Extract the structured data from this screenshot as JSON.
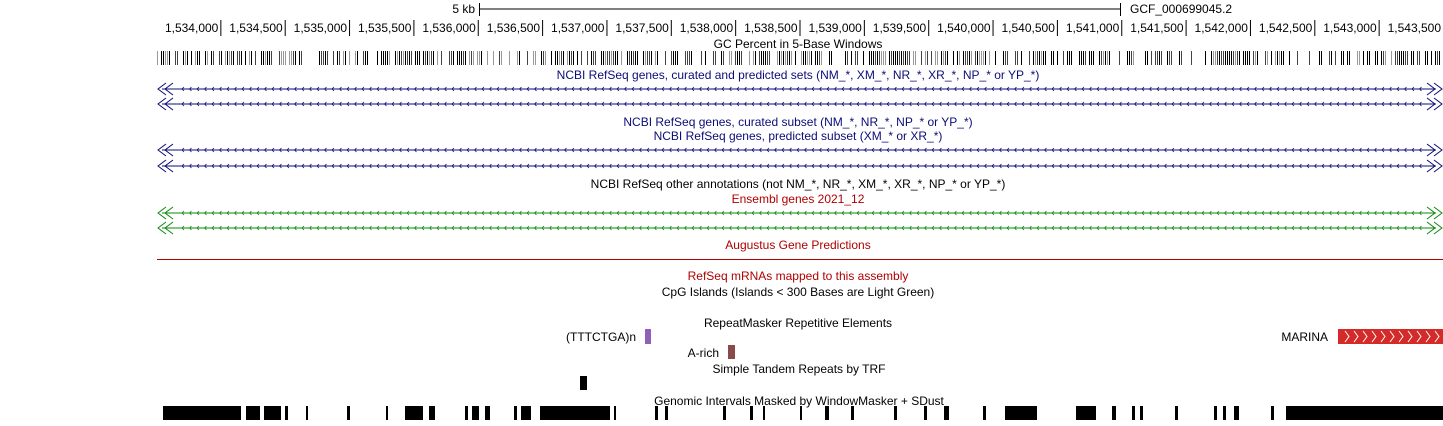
{
  "scale": {
    "label": "5 kb",
    "assembly": "GCF_000699045.2"
  },
  "ruler": {
    "ticks": [
      "1,534,000",
      "1,534,500",
      "1,535,000",
      "1,535,500",
      "1,536,000",
      "1,536,500",
      "1,537,000",
      "1,537,500",
      "1,538,000",
      "1,538,500",
      "1,539,000",
      "1,539,500",
      "1,540,000",
      "1,540,500",
      "1,541,000",
      "1,541,500",
      "1,542,000",
      "1,542,500",
      "1,543,000",
      "1,543,500"
    ]
  },
  "colors": {
    "refseq_blue": "#0c0c78",
    "ensembl_green": "#0a8a0a",
    "red_label": "#b00000",
    "repeat_purple": "#9060b8",
    "repeat_brown": "#8b4a4a",
    "marina_red": "#d42a2a"
  },
  "tracks": {
    "gc_percent": "GC Percent in 5-Base Windows",
    "refseq_all": "NCBI RefSeq genes, curated and predicted sets (NM_*, XM_*, NR_*, XR_*, NP_* or YP_*)",
    "refseq_curated": "NCBI RefSeq genes, curated subset (NM_*, NR_*, NP_* or YP_*)",
    "refseq_predicted": "NCBI RefSeq genes, predicted subset (XM_* or XR_*)",
    "refseq_other": "NCBI RefSeq other annotations (not NM_*, NR_*, XM_*, XR_*, NP_* or YP_*)",
    "ensembl": "Ensembl genes 2021_12",
    "augustus": "Augustus Gene Predictions",
    "refseq_mrna": "RefSeq mRNAs mapped to this assembly",
    "cpg": "CpG Islands (Islands < 300 Bases are Light Green)",
    "repeatmasker": "RepeatMasker Repetitive Elements",
    "trf": "Simple Tandem Repeats by TRF",
    "windowmasker": "Genomic Intervals Masked by WindowMasker + SDust"
  },
  "repeats": {
    "simple": "(TTTCTGA)n",
    "low_complexity": "A-rich",
    "marina": "MARINA"
  }
}
